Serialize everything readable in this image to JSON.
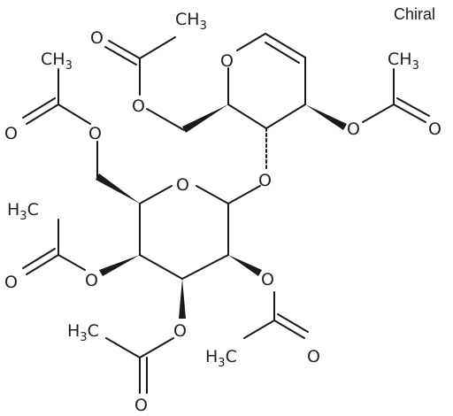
{
  "molecule": {
    "stereo_note": "Chiral",
    "atom_labels": {
      "oxygen": "O",
      "methyl_prefix": "H",
      "methyl_sub": "3",
      "methyl_suffix": "C",
      "methyl_right": "CH",
      "methyl_right_sub": "3"
    }
  },
  "colors": {
    "bond": "#1a1a1a",
    "text": "#222222",
    "background": "#ffffff"
  }
}
